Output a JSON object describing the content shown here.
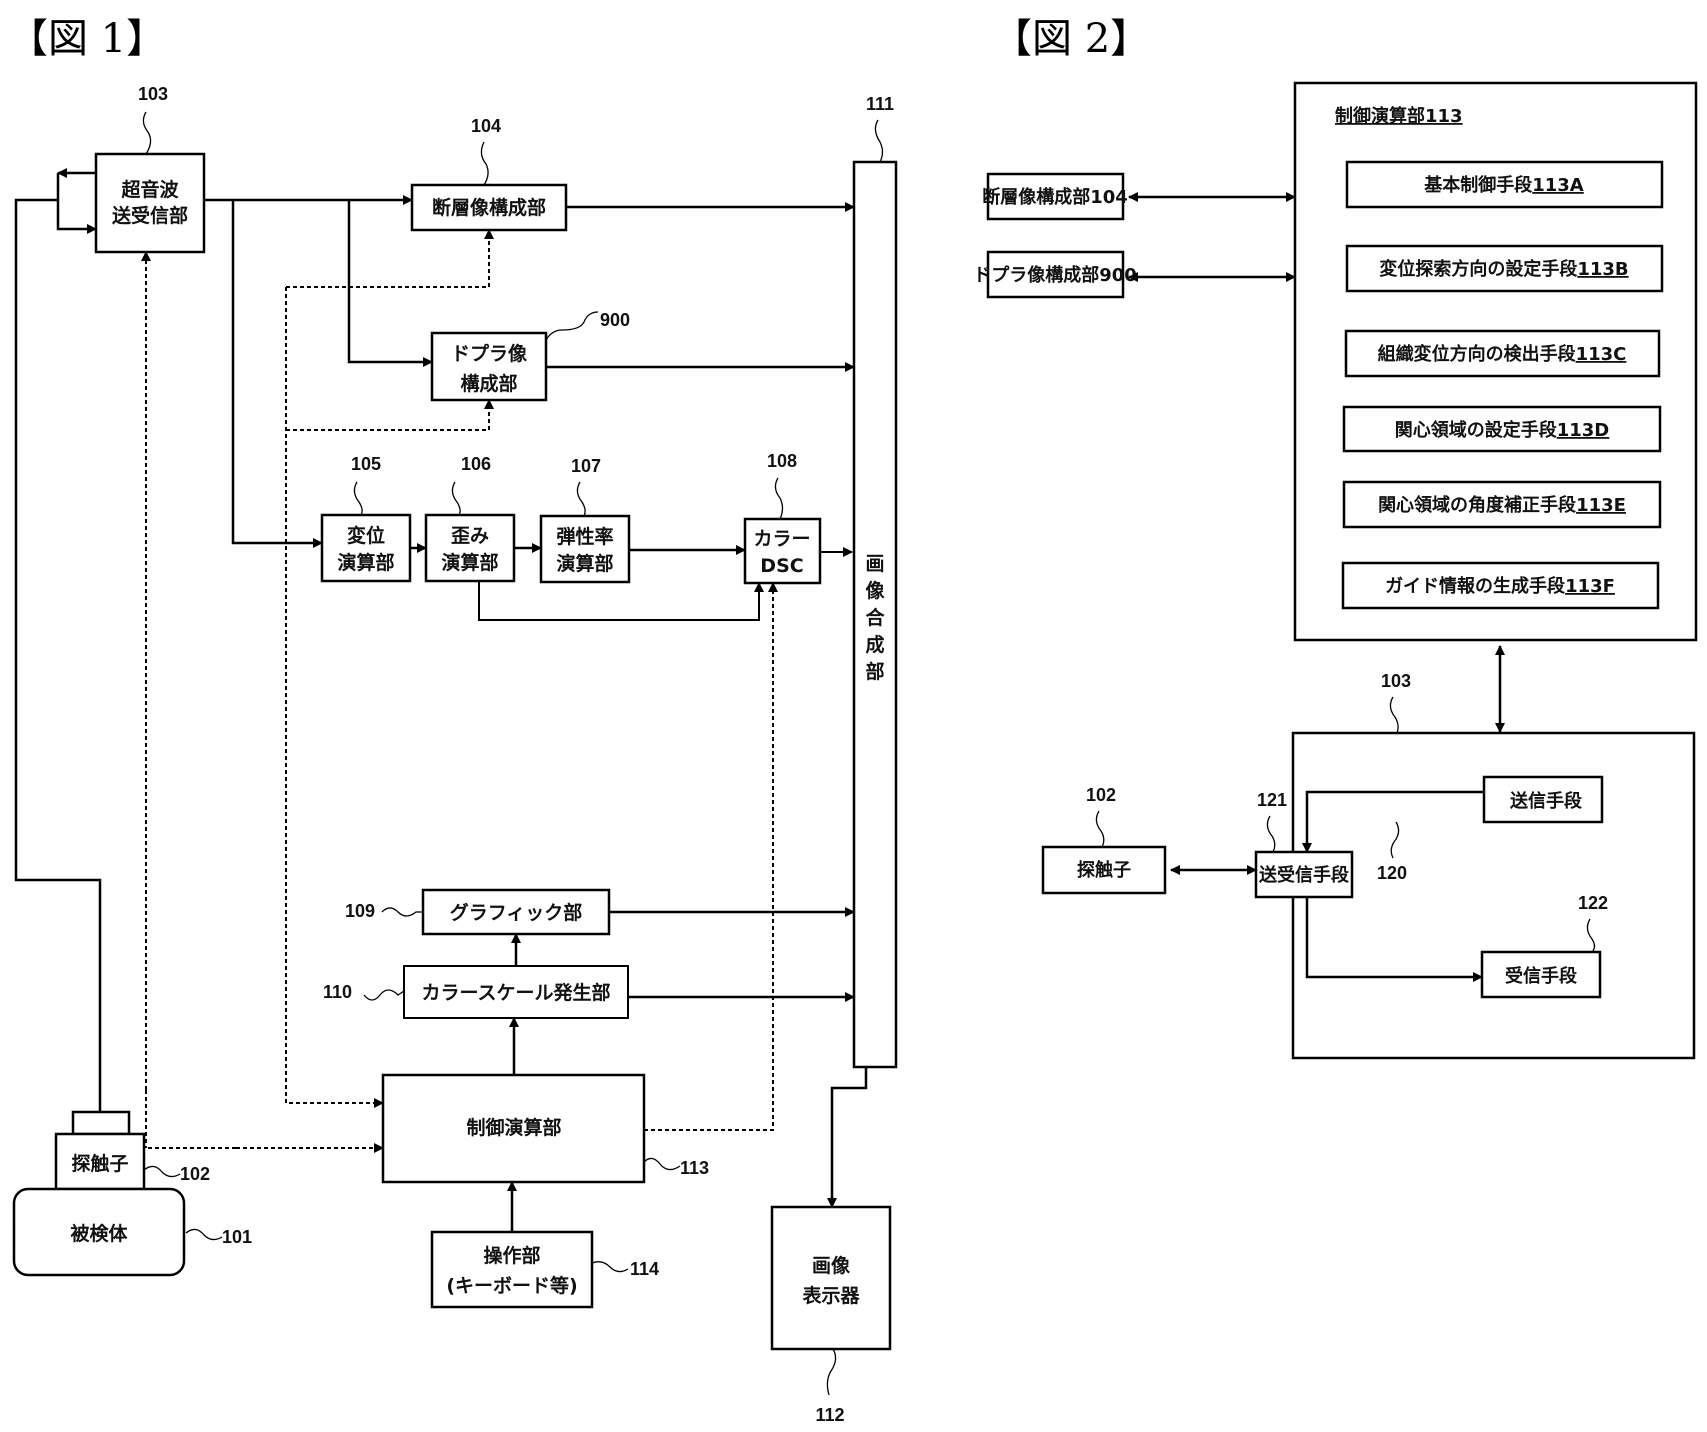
{
  "figure1": {
    "title": "【図 1】",
    "blocks": {
      "transceiver": {
        "line1": "超音波",
        "line2": "送受信部",
        "ref": "103"
      },
      "tomographic": {
        "label": "断層像構成部",
        "ref": "104"
      },
      "doppler": {
        "line1": "ドプラ像",
        "line2": "構成部",
        "ref": "900"
      },
      "displacement": {
        "line1": "変位",
        "line2": "演算部",
        "ref": "105"
      },
      "strain": {
        "line1": "歪み",
        "line2": "演算部",
        "ref": "106"
      },
      "elasticity": {
        "line1": "弾性率",
        "line2": "演算部",
        "ref": "107"
      },
      "color_dsc": {
        "line1": "カラー",
        "line2": "DSC",
        "ref": "108"
      },
      "graphic": {
        "label": "グラフィック部",
        "ref": "109"
      },
      "color_scale": {
        "label": "カラースケール発生部",
        "ref": "110"
      },
      "image_composer": {
        "label": [
          "画",
          "像",
          "合",
          "成",
          "部"
        ],
        "ref": "111"
      },
      "image_display": {
        "line1": "画像",
        "line2": "表示器",
        "ref": "112"
      },
      "control": {
        "label": "制御演算部",
        "ref": "113"
      },
      "operation": {
        "line1": "操作部",
        "line2": "(キーボード等)",
        "ref": "114"
      },
      "probe": {
        "label": "探触子",
        "ref": "102"
      },
      "subject": {
        "label": "被検体",
        "ref": "101"
      }
    }
  },
  "figure2": {
    "title": "【図 2】",
    "control_unit": {
      "label": "制御演算部113"
    },
    "means": [
      {
        "label": "基本制御手段",
        "ref": "113A"
      },
      {
        "label": "変位探索方向の設定手段",
        "ref": "113B"
      },
      {
        "label": "組織変位方向の検出手段",
        "ref": "113C"
      },
      {
        "label": "関心領域の設定手段",
        "ref": "113D"
      },
      {
        "label": "関心領域の角度補正手段",
        "ref": "113E"
      },
      {
        "label": "ガイド情報の生成手段",
        "ref": "113F"
      }
    ],
    "tomographic": {
      "label": "断層像構成部104"
    },
    "doppler": {
      "label": "ドプラ像構成部900"
    },
    "transceiver_unit": {
      "ref": "103"
    },
    "probe": {
      "label": "探触子",
      "ref": "102"
    },
    "tx_rx_means": {
      "label": "送受信手段",
      "ref": "121"
    },
    "tx_means": {
      "label": "送信手段",
      "ref": "120"
    },
    "rx_means": {
      "label": "受信手段",
      "ref": "122"
    }
  }
}
